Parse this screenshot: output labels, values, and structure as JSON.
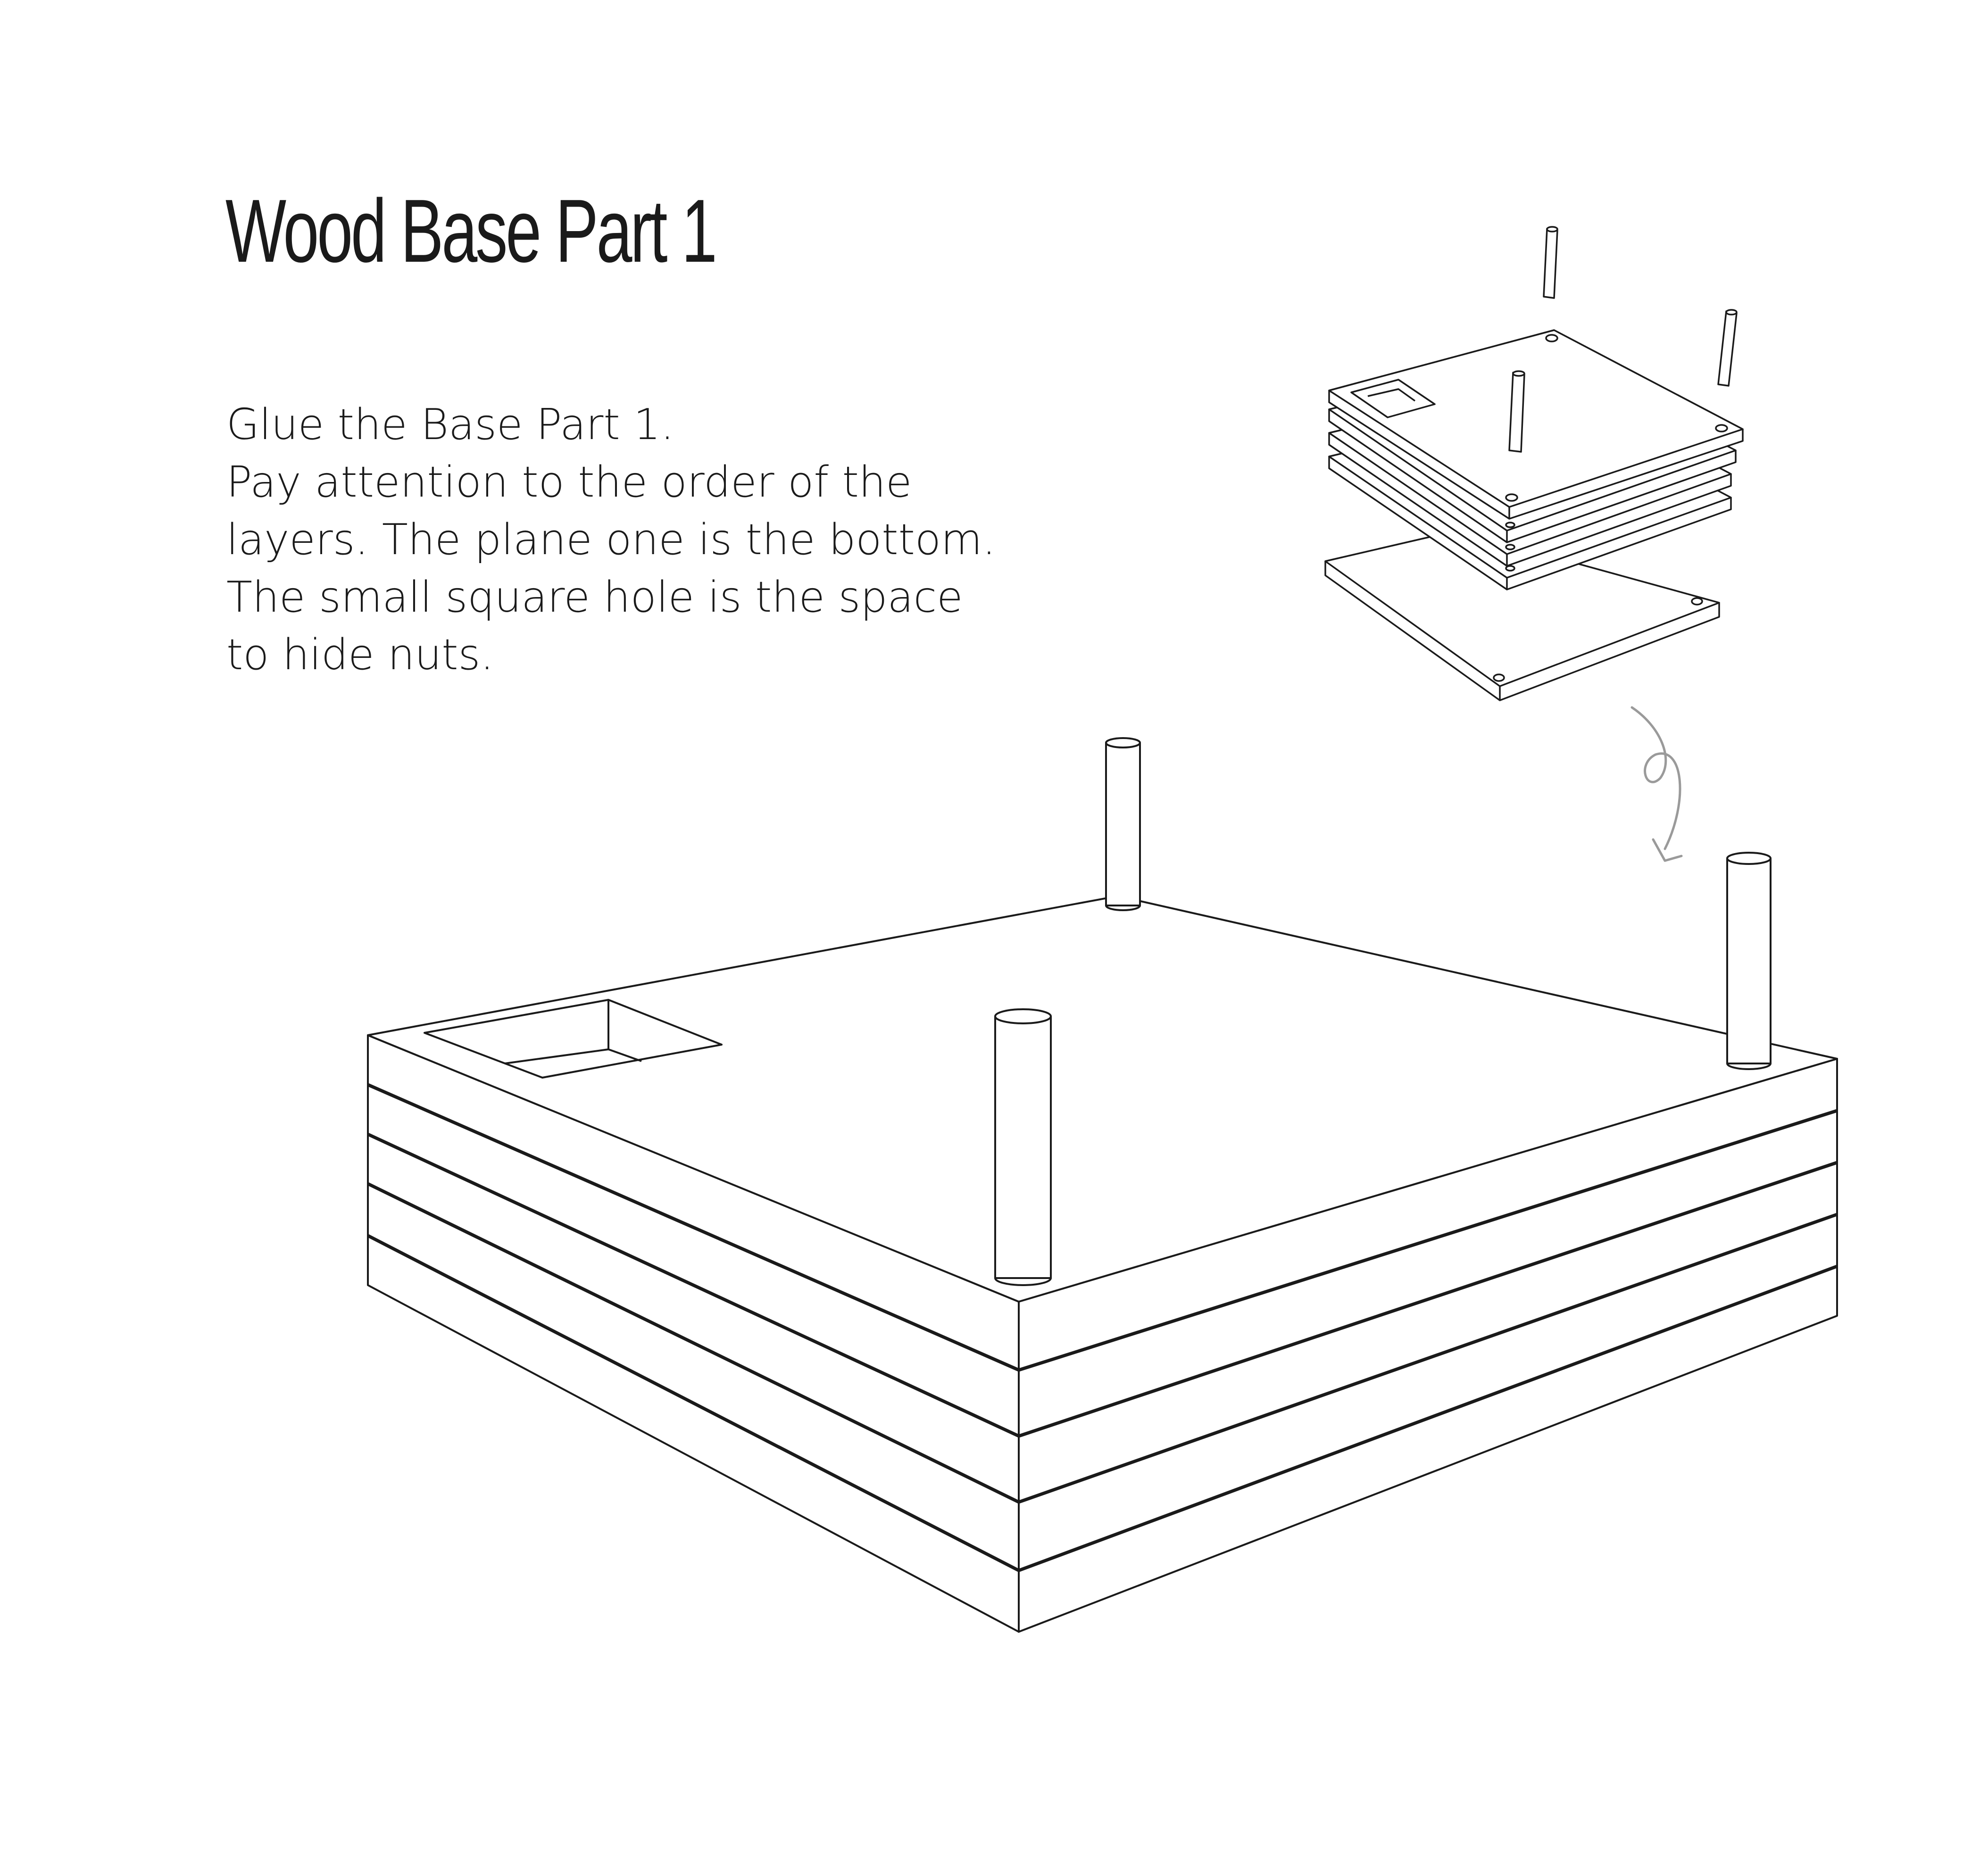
{
  "title": "Wood Base Part 1",
  "instructions": [
    "Glue the Base Part 1.",
    "Pay attention to the order of the",
    "layers. The plane one is the bottom.",
    "The small square hole is the space",
    "to hide nuts."
  ],
  "colors": {
    "line": "#1a1a1a",
    "arrow": "#9a9a9a",
    "background": "#ffffff"
  }
}
